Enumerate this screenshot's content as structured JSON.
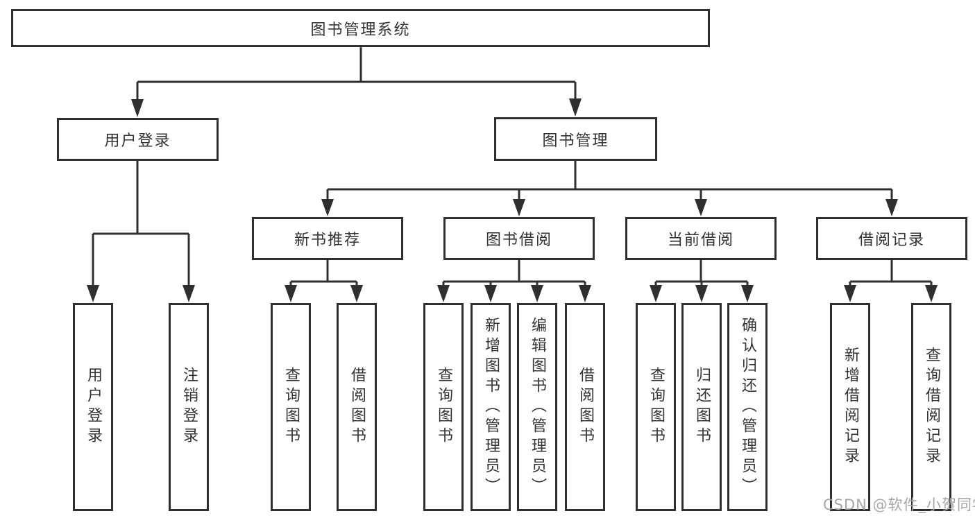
{
  "page": {
    "background": "#ffffff",
    "watermark": "CSDN @软件_小贺同学"
  },
  "diagram": {
    "type": "hierarchy-tree",
    "colors": {
      "line": "#2f2f2f",
      "border": "#2f2f2f",
      "text": "#333333",
      "watermark": "#a6a6a6",
      "box_fill": "#ffffff"
    },
    "root": {
      "label": "图书管理系统"
    },
    "branches": [
      {
        "label": "用户登录",
        "children": [
          {
            "label": "用户登录"
          },
          {
            "label": "注销登录"
          }
        ]
      },
      {
        "label": "图书管理",
        "children": [
          {
            "label": "新书推荐",
            "children": [
              {
                "label": "查询图书"
              },
              {
                "label": "借阅图书"
              }
            ]
          },
          {
            "label": "图书借阅",
            "children": [
              {
                "label": "查询图书"
              },
              {
                "label": "新增图书（管理员）"
              },
              {
                "label": "编辑图书（管理员）"
              },
              {
                "label": "借阅图书"
              }
            ]
          },
          {
            "label": "当前借阅",
            "children": [
              {
                "label": "查询图书"
              },
              {
                "label": "归还图书"
              },
              {
                "label": "确认归还（管理员）"
              }
            ]
          },
          {
            "label": "借阅记录",
            "children": [
              {
                "label": "新增借阅记录"
              },
              {
                "label": "查询借阅记录"
              }
            ]
          }
        ]
      }
    ]
  }
}
